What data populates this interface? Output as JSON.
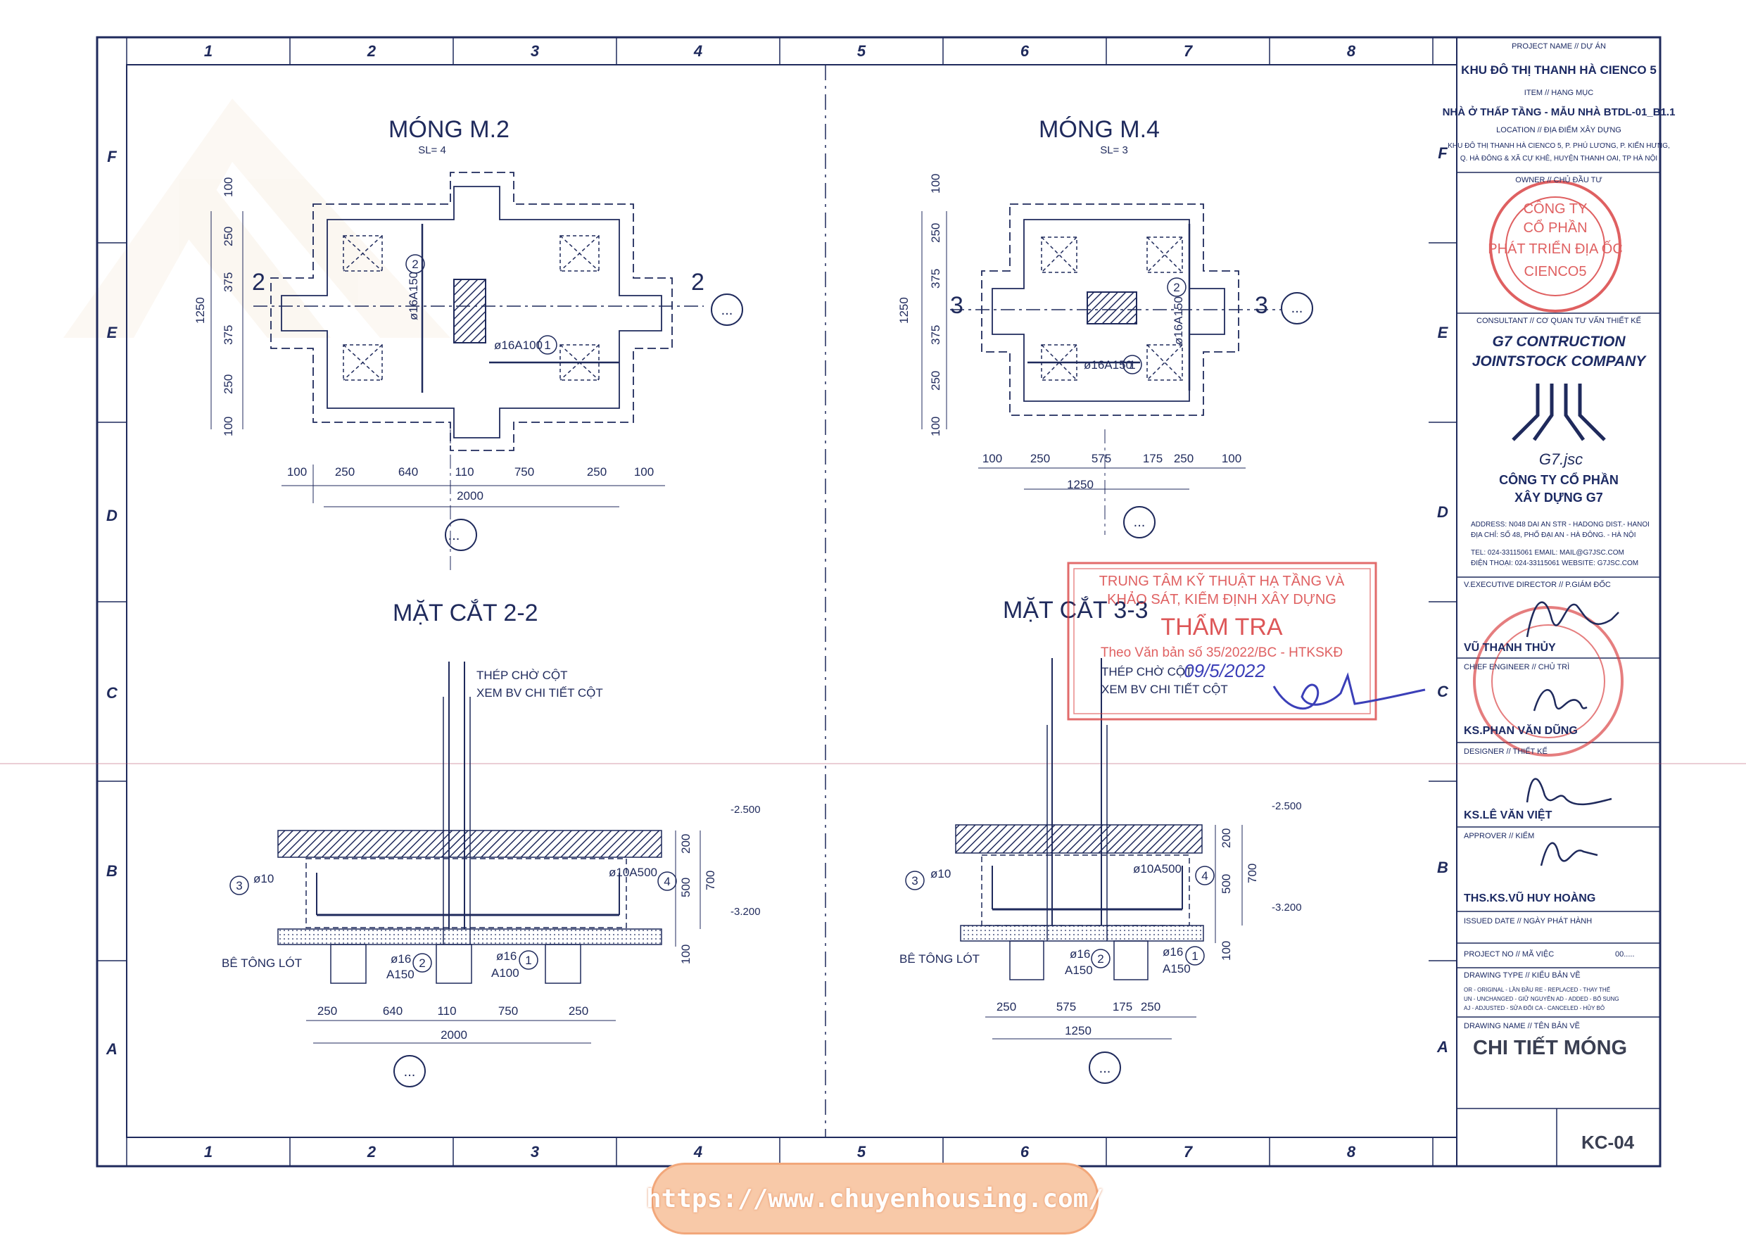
{
  "grid": {
    "columns": [
      "1",
      "2",
      "3",
      "4",
      "5",
      "6",
      "7",
      "8"
    ],
    "rows": [
      "F",
      "E",
      "D",
      "C",
      "B",
      "A"
    ]
  },
  "plans": {
    "m2": {
      "title": "MÓNG M.2",
      "qty": "SL= 4",
      "section_left": "2",
      "section_right": "2",
      "callout": "...",
      "bar1": "ø16A100",
      "bar1_no": "1",
      "bar2": "ø16A150",
      "bar2_no": "2",
      "dims_h": [
        "100",
        "250",
        "640",
        "110",
        "750",
        "250",
        "100"
      ],
      "total": "2000",
      "dims_v": [
        "100",
        "250",
        "375",
        "375",
        "250",
        "100"
      ],
      "total_v": "1250"
    },
    "m4": {
      "title": "MÓNG M.4",
      "qty": "SL= 3",
      "section_left": "3",
      "section_right": "3",
      "callout": "...",
      "bar1": "ø16A150",
      "bar1_no": "1",
      "bar2": "ø16A150",
      "bar2_no": "2",
      "dims_h": [
        "100",
        "250",
        "575",
        "175",
        "250",
        "100"
      ],
      "total": "1250",
      "dims_v": [
        "100",
        "250",
        "375",
        "375",
        "250",
        "100"
      ],
      "total_v": "1250"
    }
  },
  "sections": {
    "s22": {
      "title": "MẶT CẮT 2-2",
      "note1": "THÉP CHỜ CỘT",
      "note2": "XEM BV CHI TIẾT CỘT",
      "lev1": "-2.500",
      "lev2": "-3.200",
      "tag3": "3",
      "bar3": "ø10",
      "tag4": "4",
      "bar4": "ø10A500",
      "bar2": "ø16",
      "bar2_sp": "A150",
      "tag2": "2",
      "bar1": "ø16",
      "bar1_sp": "A100",
      "tag1": "1",
      "lean": "BÊ TÔNG LÓT",
      "dv": [
        "200",
        "500",
        "700",
        "100"
      ],
      "dims_h": [
        "250",
        "640",
        "110",
        "750",
        "250"
      ],
      "total": "2000",
      "callout": "..."
    },
    "s33": {
      "title": "MẶT CẮT 3-3",
      "note1": "THÉP CHỜ CỘT",
      "note2": "XEM BV CHI TIẾT CỘT",
      "lev1": "-2.500",
      "lev2": "-3.200",
      "tag3": "3",
      "bar3": "ø10",
      "tag4": "4",
      "bar4": "ø10A500",
      "bar2": "ø16",
      "bar2_sp": "A150",
      "tag2": "2",
      "bar1": "ø16",
      "bar1_sp": "A150",
      "tag1": "1",
      "lean": "BÊ TÔNG LÓT",
      "dv": [
        "200",
        "500",
        "700",
        "100"
      ],
      "dims_h": [
        "250",
        "575",
        "175",
        "250"
      ],
      "total": "1250",
      "callout": "..."
    }
  },
  "stamp_review": {
    "line1": "TRUNG TÂM KỸ THUẬT HẠ TẦNG VÀ",
    "line2": "KHẢO SÁT, KIỂM ĐỊNH XÂY DỰNG",
    "line3": "THẨM TRA",
    "line4": "Theo Văn bản số 35/2022/BC - HTKSKĐ",
    "line5": "09/5/2022"
  },
  "title_block": {
    "project_label": "PROJECT NAME // DỰ ÁN",
    "project": "KHU ĐÔ THỊ THANH HÀ CIENCO 5",
    "item_label": "ITEM // HẠNG MỤC",
    "item": "NHÀ Ở THẤP TẦNG - MẪU NHÀ BTDL-01_B1.1",
    "location_label": "LOCATION // ĐỊA ĐIỂM XÂY DỰNG",
    "location1": "KHU ĐÔ THỊ THANH HÀ CIENCO 5, P. PHÚ LƯƠNG, P. KIẾN HƯNG,",
    "location2": "Q. HÀ ĐÔNG & XÃ CỰ KHÊ, HUYỆN THANH OAI, TP HÀ NỘI",
    "owner_label": "OWNER // CHỦ ĐẦU TƯ",
    "owner_stamp1": "CÔNG TY",
    "owner_stamp2": "CỔ PHẦN",
    "owner_stamp3": "PHÁT TRIỂN ĐỊA ỐC",
    "owner_stamp4": "CIENCO5",
    "consultant_label": "CONSULTANT // CƠ QUAN TƯ VẤN THIẾT KẾ",
    "consultant1": "G7 CONTRUCTION",
    "consultant2": "JOINTSTOCK COMPANY",
    "logo_text": "G7.jsc",
    "company1": "CÔNG TY CỔ PHẦN",
    "company2": "XÂY DỰNG G7",
    "addr1": "ADDRESS:    N048 DAI AN STR - HADONG DIST.- HANOI",
    "addr2": "ĐỊA CHỈ:      SỐ 48, PHỐ ĐẠI AN - HÀ ĐÔNG. - HÀ NỘI",
    "tel1": "TEL:            024-33115061   EMAIL: MAIL@G7JSC.COM",
    "tel2": "ĐIỆN THOẠI: 024-33115061   WEBSITE:   G7JSC.COM",
    "vexec_label": "V.EXECUTIVE DIRECTOR // P.GIÁM ĐỐC",
    "vexec": "VŨ THANH THỦY",
    "chief_label": "CHIEF ENGINEER // CHỦ TRÌ",
    "chief": "KS.PHAN VĂN DŨNG",
    "designer_label": "DESIGNER // THIẾT KẾ",
    "designer": "KS.LÊ VĂN VIỆT",
    "approver_label": "APPROVER // KIỂM",
    "approver": "THS.KS.VŨ HUY HOÀNG",
    "issued_label": "ISSUED DATE // NGÀY PHÁT HÀNH",
    "projno_label": "PROJECT NO // MÃ VIỆC",
    "projno": "00.....",
    "dtype_label": "DRAWING TYPE // KIỂU BẢN VẼ",
    "dtype1": "OR - ORIGINAL  - LẦN ĐẦU        RE - REPLACED  - THAY THẾ",
    "dtype2": "UN - UNCHANGED - GIỮ NGUYÊN   AD - ADDED      - BỔ SUNG",
    "dtype3": "AJ - ADJUSTED  - SỬA ĐỔI         CA - CANCELED  - HỦY BỎ",
    "dname_label": "DRAWING NAME // TÊN BẢN VẼ",
    "dname": "CHI TIẾT MÓNG",
    "sheet_no": "KC-04"
  },
  "watermark_url": "https://www.chuyenhousing.com/",
  "colors": {
    "ink": "#1f2a5c",
    "stamp_red": "#d8393a",
    "sign_blue": "#3b3fb8",
    "pill": "#f8c9a8"
  }
}
